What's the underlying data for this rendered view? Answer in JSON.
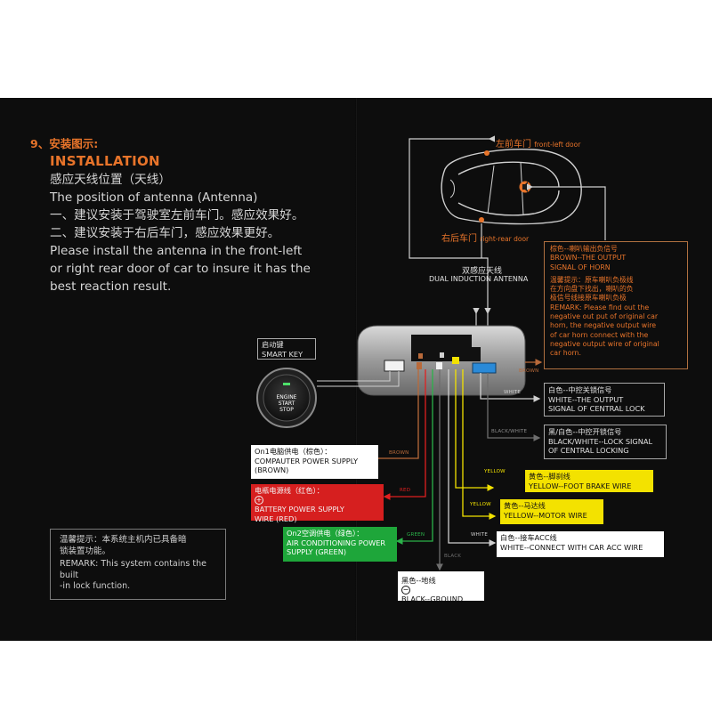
{
  "left_panel": {
    "step_heading": "9、安装图示:",
    "step_heading_en": "INSTALLATION",
    "paragraphs": [
      "感应天线位置（天线）",
      "The position of antenna (Antenna)",
      "一、建议安装于驾驶室左前车门。感应效果好。",
      "二、建议安装于右后车门，感应效果更好。",
      "Please install the antenna in the front-left",
      "or right rear door of car to insure it has the",
      "best reaction result."
    ],
    "note": {
      "cn_line1": "温馨提示：本系统主机内已具备暗",
      "cn_line2": "锁装置功能。",
      "en_line1": "REMARK: This system contains the built",
      "en_line2": "-in lock function."
    }
  },
  "diagram": {
    "front_left_door_cn": "左前车门",
    "front_left_door_en": "front-left door",
    "right_rear_door_cn": "右后车门",
    "right_rear_door_en": "right-rear door",
    "antenna_cn": "双感应天线",
    "antenna_en": "DUAL INDUCTION ANTENNA",
    "smart_key_cn": "启动键",
    "smart_key_en": "SMART KEY",
    "button": {
      "line1": "ENGINE",
      "line2": "START",
      "line3": "STOP"
    },
    "horn": {
      "cn_title": "棕色--喇叭输出负信号",
      "en_l1": "BROWN--THE OUTPUT",
      "en_l2": "SIGNAL OF HORN",
      "tip_l1": "温馨提示：原车喇叭负极线",
      "tip_l2": "在方向盘下找出，喇叭的负",
      "tip_l3": "极信号线接原车喇叭负极",
      "remark_l1": "REMARK: Please find out the",
      "remark_l2": "negative out put of original car",
      "remark_l3": "horn, the negative output wire",
      "remark_l4": "of car horn connect with the",
      "remark_l5": "negative output wire of original",
      "remark_l6": "car horn."
    },
    "wire_labels": {
      "brown_right": "BROWN",
      "white": "WHITE",
      "black_white": "BLACK/WHITE",
      "yellow1": "YELLOW",
      "yellow2": "YELLOW",
      "white2": "WHITE",
      "black": "BLACK",
      "brown_left": "BROWN",
      "red": "RED",
      "green": "GREEN"
    },
    "lock": {
      "cn": "白色--中控关锁信号",
      "en_l1": "WHITE--THE OUTPUT",
      "en_l2": "SIGNAL OF CENTRAL LOCK"
    },
    "unlock": {
      "cn": "黑/白色--中控开锁信号",
      "en_l1": "BLACK/WHITE--LOCK SIGNAL",
      "en_l2": "OF CENTRAL LOCKING"
    },
    "brake": {
      "cn": "黄色--脚刹线",
      "en": "YELLOW--FOOT BRAKE WIRE"
    },
    "motor": {
      "cn": "黄色--马达线",
      "en": "YELLOW--MOTOR WIRE"
    },
    "acc": {
      "cn": "白色--接车ACC线",
      "en": "WHITE--CONNECT WITH CAR ACC WIRE"
    },
    "ground": {
      "cn": "黑色--地线",
      "en": "BLACK--GROUND"
    },
    "computer_power": {
      "cn": "On1电脑供电（棕色）：",
      "en_l1": "COMPAUTER POWER SUPPLY",
      "en_l2": "(BROWN)"
    },
    "battery_power": {
      "cn": "电瓶电源线（红色）：",
      "en_l1": "BATTERY POWER SUPPLY",
      "en_l2": "WIRE (RED)"
    },
    "ac_power": {
      "cn": "On2空调供电（绿色）：",
      "en_l1": "AIR CONDITIONING POWER",
      "en_l2": "SUPPLY (GREEN)"
    }
  },
  "colors": {
    "accent_orange": "#e8742a",
    "background": "#0d0d0d",
    "brown_wire": "#b96a3a",
    "red_wire": "#e02020",
    "green_wire": "#2bb34a",
    "yellow_wire": "#f3e200",
    "blue_port": "#2a8ad8"
  }
}
